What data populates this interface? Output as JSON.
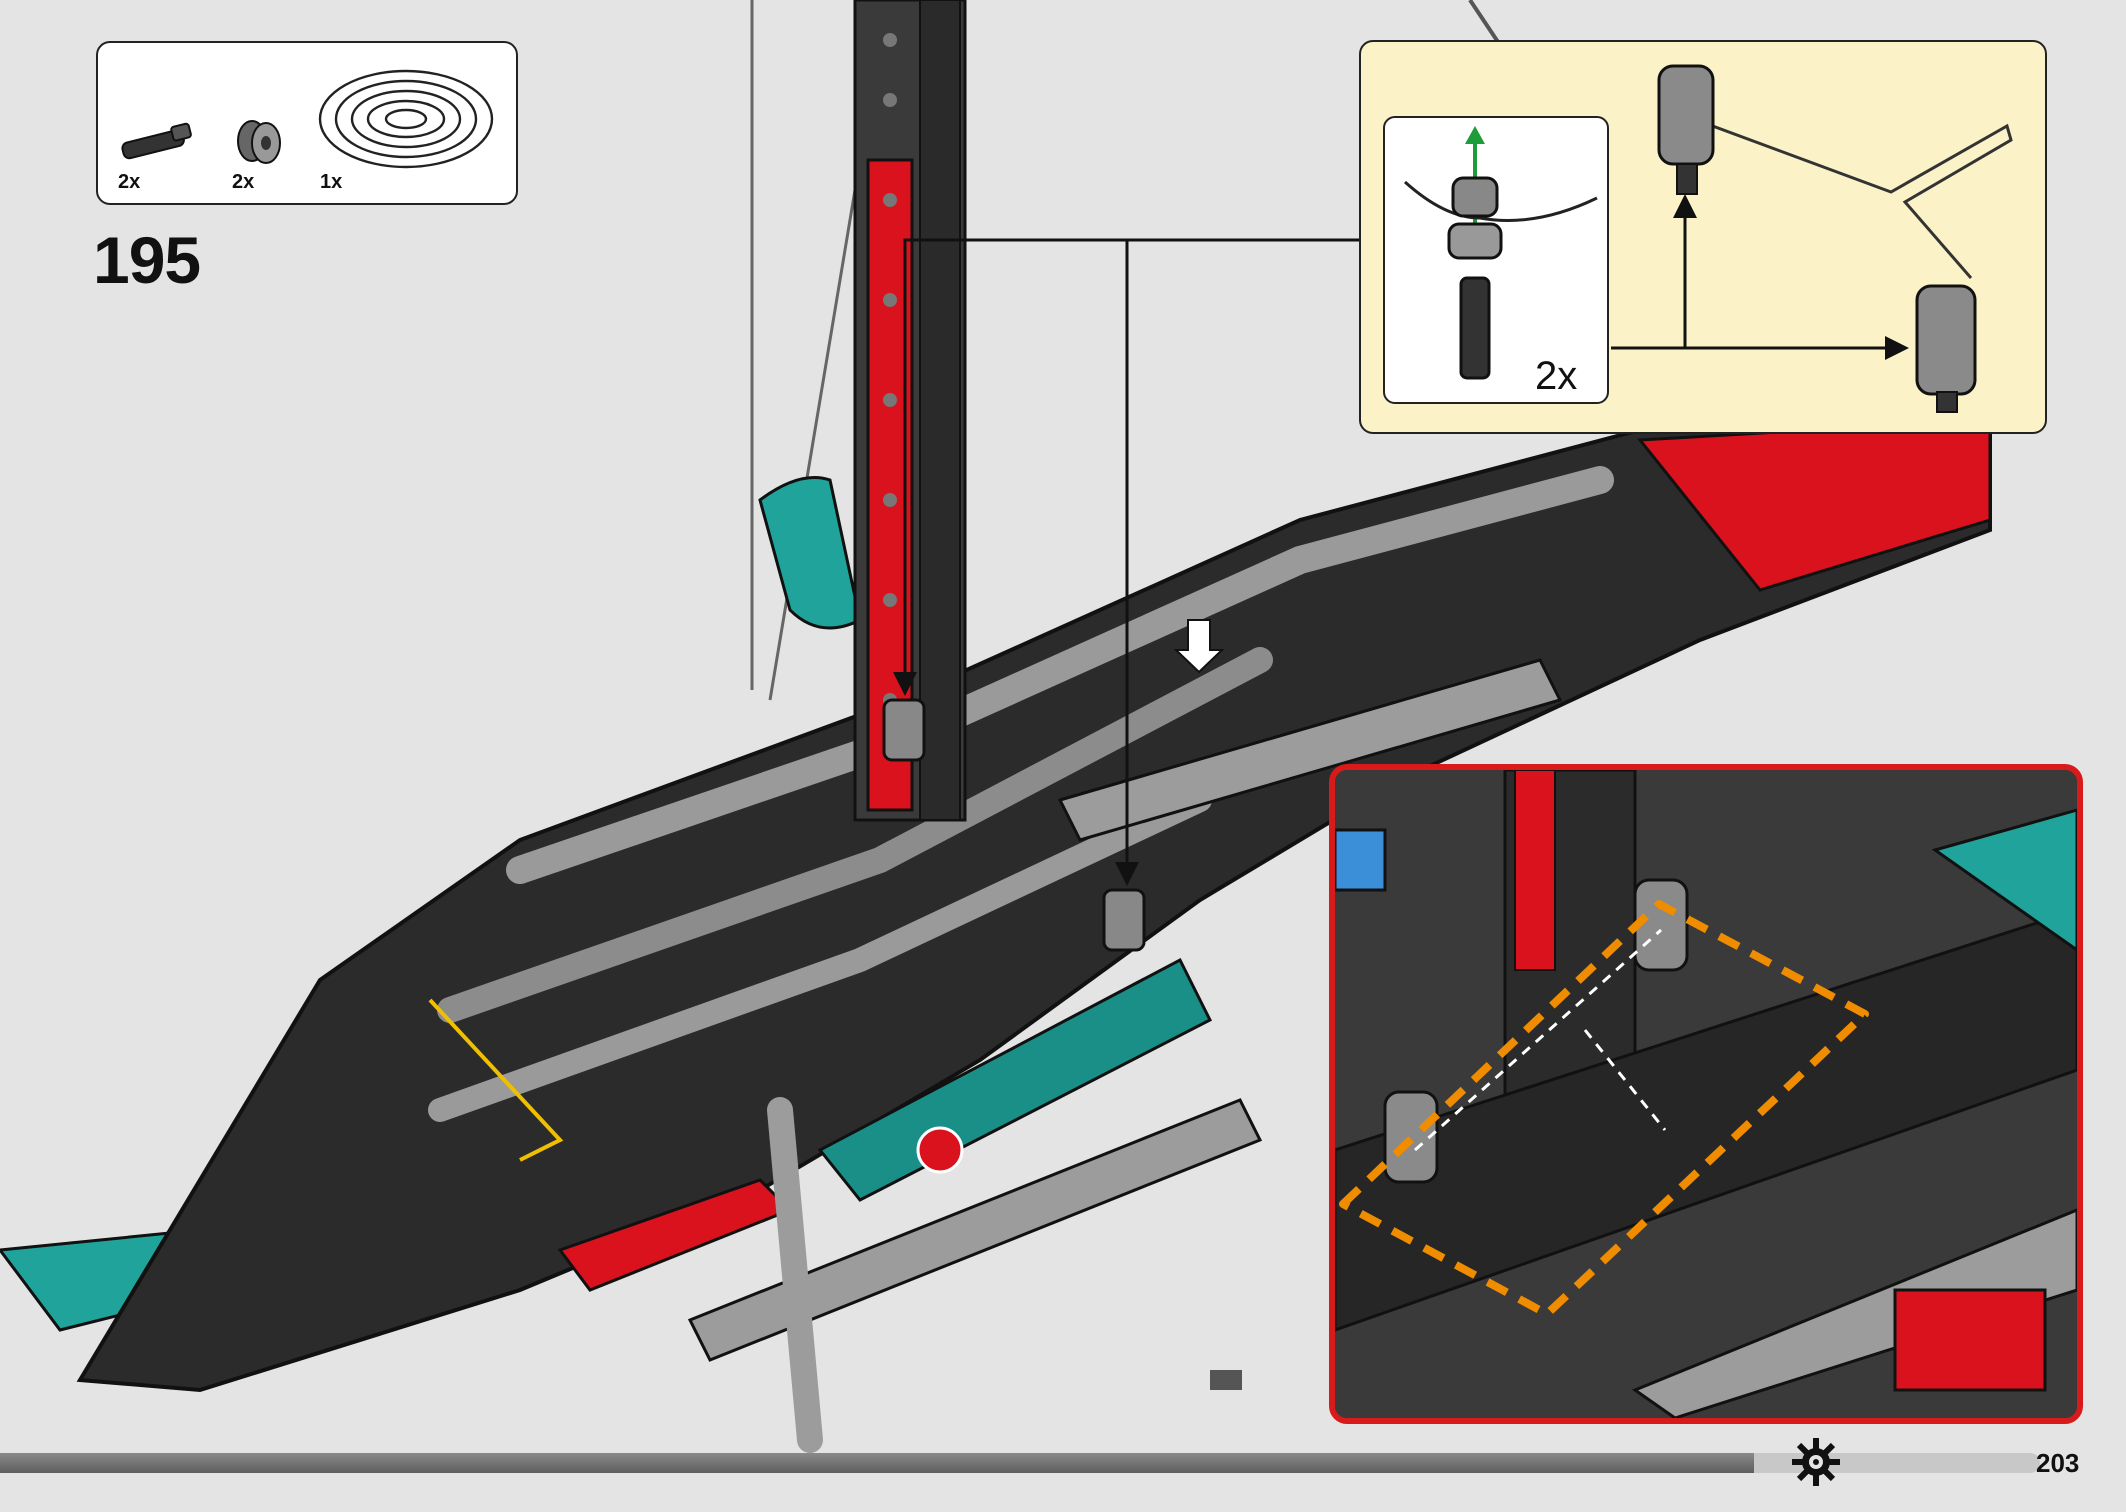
{
  "parts_list": {
    "items": [
      {
        "icon": "axle-connector-icon",
        "qty": "2x"
      },
      {
        "icon": "pulley-wheel-icon",
        "qty": "2x"
      },
      {
        "icon": "string-coil-icon",
        "qty": "1x"
      }
    ]
  },
  "step": {
    "number": "195"
  },
  "callout": {
    "sub_qty": "2x"
  },
  "progress": {
    "fraction": 0.86
  },
  "footer": {
    "page_number": "203",
    "icon": "gear-icon"
  },
  "colors": {
    "callout_bg": "#fbf2c8",
    "zoom_frame": "#d91a1a",
    "hull_dark": "#2b2b2b",
    "accent_red": "#d9121e",
    "accent_teal": "#1fa39a",
    "string_path": "#f08c00"
  }
}
